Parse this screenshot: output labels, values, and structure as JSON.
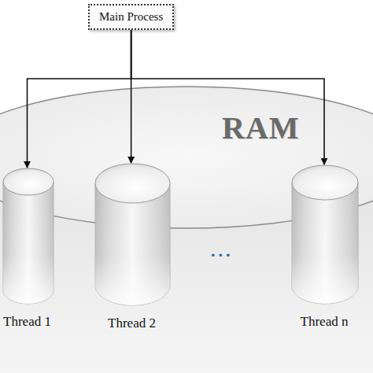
{
  "diagram": {
    "nodes": [
      {
        "text": [
          "Main Process"
        ]
      },
      {
        "text": [
          "RAM"
        ]
      },
      {
        "text": [
          "Thread 1"
        ],
        "in": 1
      },
      {
        "text": [
          "Thread 2"
        ],
        "in": 1
      },
      {
        "text": [
          "Thread n"
        ],
        "in": 1
      }
    ],
    "edges": [
      {
        "from": 0,
        "to": 2,
        "arrow": "to"
      },
      {
        "from": 0,
        "to": 3,
        "arrow": "to"
      },
      {
        "from": 0,
        "to": 4,
        "arrow": "to"
      }
    ],
    "labels": [
      "..."
    ]
  }
}
